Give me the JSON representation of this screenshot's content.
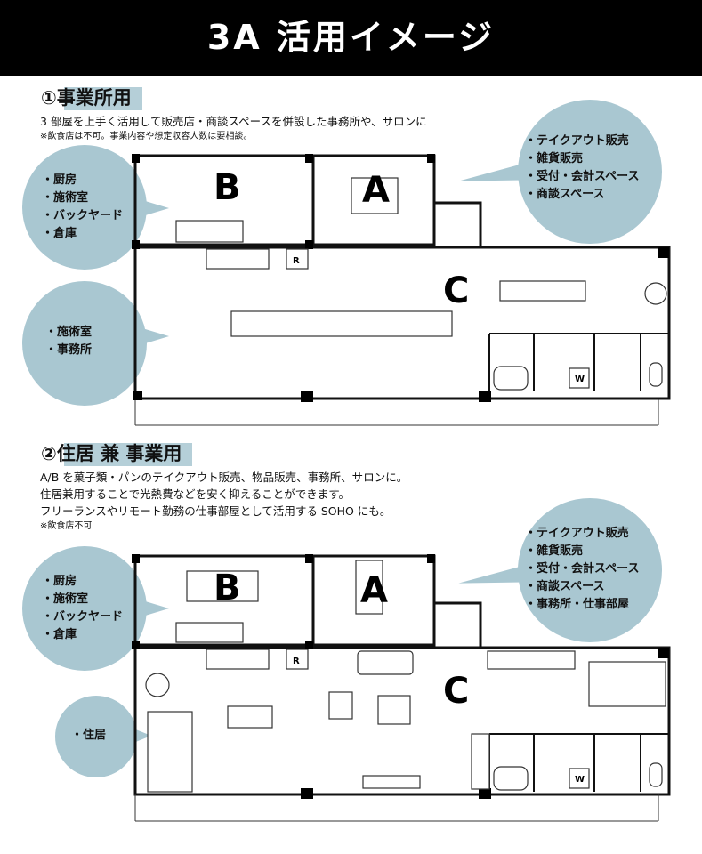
{
  "header": {
    "title": "3A 活用イメージ"
  },
  "sections": [
    {
      "title": "①事業所用",
      "lines": [
        "3 部屋を上手く活用して販売店・商談スペースを併設した事務所や、サロンに"
      ],
      "note": "※飲食店は不可。事業内容や想定収容人数は要相談。",
      "left_top": [
        "厨房",
        "施術室",
        "バックヤード",
        "倉庫"
      ],
      "left_bottom": [
        "施術室",
        "事務所"
      ],
      "right": [
        "テイクアウト販売",
        "雑貨販売",
        "受付・会計スペース",
        "商談スペース"
      ]
    },
    {
      "title": "②住居 兼 事業用",
      "lines": [
        "A/B を菓子類・パンのテイクアウト販売、物品販売、事務所、サロンに。",
        "住居兼用することで光熱費などを安く抑えることができます。",
        "フリーランスやリモート勤務の仕事部屋として活用する SOHO にも。"
      ],
      "note": "※飲食店不可",
      "left_top": [
        "厨房",
        "施術室",
        "バックヤード",
        "倉庫"
      ],
      "left_bottom": [
        "住居"
      ],
      "right": [
        "テイクアウト販売",
        "雑貨販売",
        "受付・会計スペース",
        "商談スペース",
        "事務所・仕事部屋"
      ]
    }
  ],
  "plan": {
    "room_a": "A",
    "room_b": "B",
    "room_c": "C",
    "refrigerator": "R",
    "washer": "W"
  },
  "colors": {
    "bubble": "#a9c7d1",
    "header": "#000000"
  }
}
